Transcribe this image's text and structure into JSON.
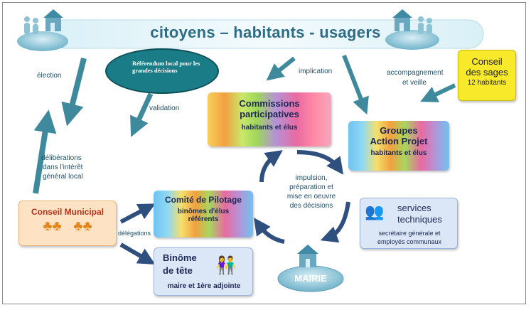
{
  "banner": {
    "title": "citoyens – habitants - usagers"
  },
  "referendum": {
    "text": "Référendum local pour les grandes décisions"
  },
  "conseil_sages": {
    "title_line1": "Conseil",
    "title_line2": "des sages",
    "sub": "12 habitants"
  },
  "commissions": {
    "title_line1": "Commissions",
    "title_line2": "participatives",
    "sub": "habitants et élus"
  },
  "groupes": {
    "title_line1": "Groupes",
    "title_line2": "Action Projet",
    "sub": "habitants et élus"
  },
  "conseil_municipal": {
    "title": "Conseil Municipal"
  },
  "comite": {
    "title": "Comité de Pilotage",
    "sub_line1": "binômes d'élus",
    "sub_line2": "référents"
  },
  "binome": {
    "title_line1": "Binôme",
    "title_line2": "de tête",
    "sub": "maire et 1ère adjointe"
  },
  "services": {
    "title_line1": "services",
    "title_line2": "techniques",
    "sub_line1": "secrétaire générale et",
    "sub_line2": "employés communaux"
  },
  "mairie": {
    "label": "MAIRIE"
  },
  "labels": {
    "election": "élection",
    "validation": "validation",
    "implication": "implication",
    "accompagnement_line1": "accompagnement",
    "accompagnement_line2": "et veille",
    "deliberations_line1": "délibérations",
    "deliberations_line2": "dans l'intérêt",
    "deliberations_line3": "général local",
    "delegations": "délégations",
    "impulsion_line1": "impulsion,",
    "impulsion_line2": "préparation et",
    "impulsion_line3": "mise en oeuvre",
    "impulsion_line4": "des décisions"
  },
  "colors": {
    "arrow": "#3e8a9c",
    "navy_arrow": "#2f4f7f",
    "text": "#1d2a55",
    "banner": "#2e6c86"
  }
}
